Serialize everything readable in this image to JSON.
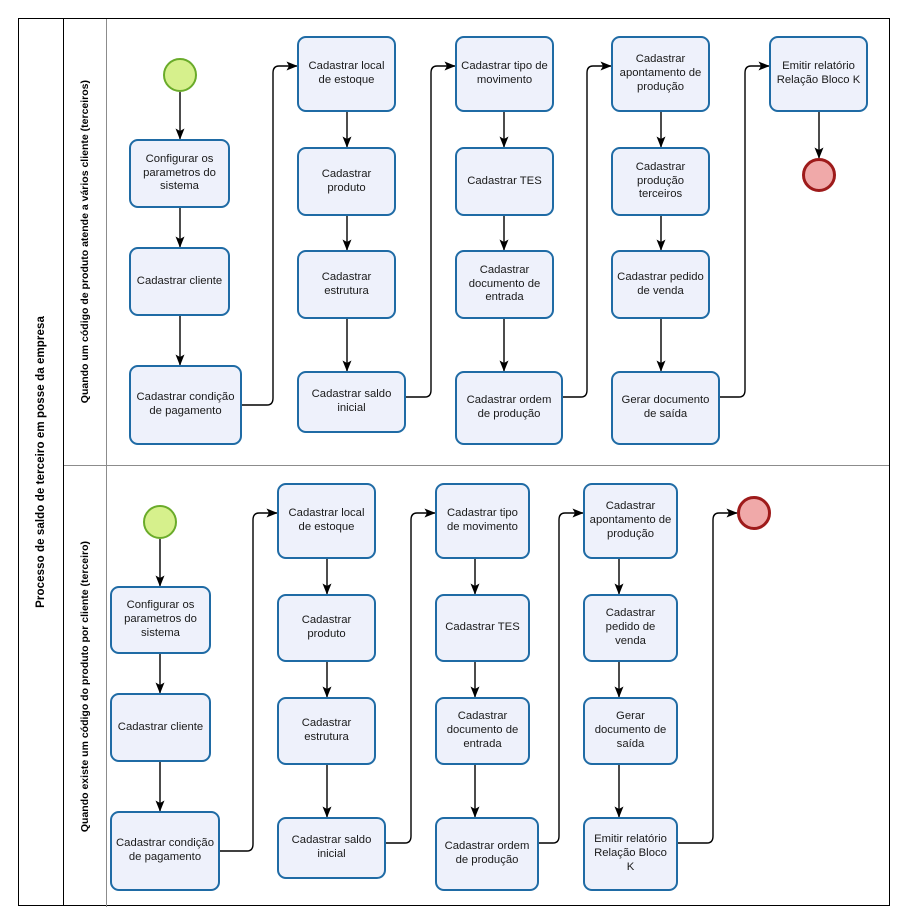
{
  "pool": {
    "title": "Processo de saldo de terceiro em posse da empresa"
  },
  "lanes": [
    {
      "id": "lane-terceiros",
      "title": "Quando um código de produto atende a vários cliente (terceiros)",
      "start_event": {
        "name": "start-event",
        "type": "start"
      },
      "end_event": {
        "name": "end-event",
        "type": "end"
      },
      "columns": [
        {
          "id": "col-1",
          "tasks": [
            "Configurar os parametros do sistema",
            "Cadastrar cliente",
            "Cadastrar condição de pagamento"
          ]
        },
        {
          "id": "col-2",
          "tasks": [
            "Cadastrar local de estoque",
            "Cadastrar produto",
            "Cadastrar estrutura",
            "Cadastrar saldo inicial"
          ]
        },
        {
          "id": "col-3",
          "tasks": [
            "Cadastrar tipo de movimento",
            "Cadastrar TES",
            "Cadastrar documento de entrada",
            "Cadastrar ordem de produção"
          ]
        },
        {
          "id": "col-4",
          "tasks": [
            "Cadastrar apontamento de produção",
            "Cadastrar produção terceiros",
            "Cadastrar pedido de venda",
            "Gerar documento de saída"
          ]
        },
        {
          "id": "col-5",
          "tasks": [
            "Emitir relatório Relação Bloco K"
          ]
        }
      ]
    },
    {
      "id": "lane-terceiro",
      "title": "Quando existe um código do produto por cliente (terceiro)",
      "start_event": {
        "name": "start-event",
        "type": "start"
      },
      "end_event": {
        "name": "end-event",
        "type": "end"
      },
      "columns": [
        {
          "id": "col-1",
          "tasks": [
            "Configurar os parametros do sistema",
            "Cadastrar cliente",
            "Cadastrar condição de pagamento"
          ]
        },
        {
          "id": "col-2",
          "tasks": [
            "Cadastrar local de estoque",
            "Cadastrar produto",
            "Cadastrar estrutura",
            "Cadastrar saldo inicial"
          ]
        },
        {
          "id": "col-3",
          "tasks": [
            "Cadastrar tipo de movimento",
            "Cadastrar TES",
            "Cadastrar documento de entrada",
            "Cadastrar ordem de produção"
          ]
        },
        {
          "id": "col-4",
          "tasks": [
            "Cadastrar apontamento de produção",
            "Cadastrar pedido de venda",
            "Gerar documento de saída",
            "Emitir relatório Relação Bloco K"
          ]
        }
      ]
    }
  ],
  "colors": {
    "task_fill": "#eef1fb",
    "task_border": "#1f6ba5",
    "start_fill": "#d6f08c",
    "start_border": "#6aab2a",
    "end_fill": "#f0a9a9",
    "end_border": "#9e1b1b",
    "pool_border": "#000000",
    "lane_border": "#8c8c8c",
    "connector": "#000000"
  }
}
